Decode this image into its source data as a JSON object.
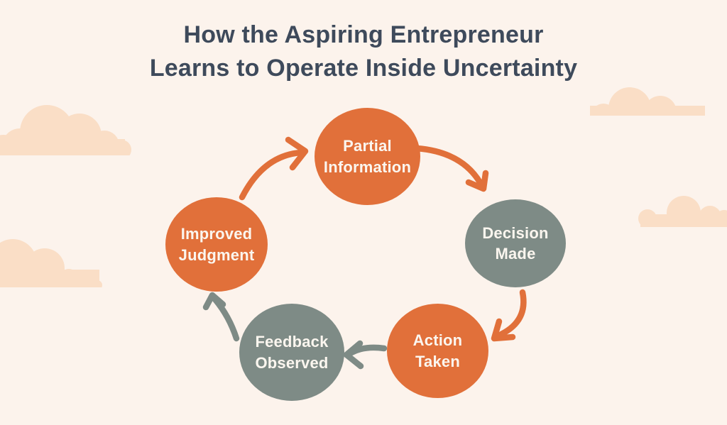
{
  "title": {
    "line1": "How the Aspiring Entrepreneur",
    "line2": "Learns to Operate Inside Uncertainty"
  },
  "colors": {
    "background": "#FCF3EC",
    "cloud": "#FADEC6",
    "orange": "#E1703A",
    "slate": "#7E8B86",
    "title-text": "#3E4A5B",
    "node-text": "#FBF6EF"
  },
  "cycle": {
    "nodes": [
      {
        "id": "partial-information",
        "lines": [
          "Partial",
          "Information"
        ],
        "color": "orange"
      },
      {
        "id": "decision-made",
        "lines": [
          "Decision",
          "Made"
        ],
        "color": "slate"
      },
      {
        "id": "action-taken",
        "lines": [
          "Action",
          "Taken"
        ],
        "color": "orange"
      },
      {
        "id": "feedback-observed",
        "lines": [
          "Feedback",
          "Observed"
        ],
        "color": "slate"
      },
      {
        "id": "improved-judgment",
        "lines": [
          "Improved",
          "Judgment"
        ],
        "color": "orange"
      }
    ],
    "arrows": [
      {
        "from": "improved-judgment",
        "to": "partial-information",
        "color": "orange"
      },
      {
        "from": "partial-information",
        "to": "decision-made",
        "color": "orange"
      },
      {
        "from": "decision-made",
        "to": "action-taken",
        "color": "orange"
      },
      {
        "from": "action-taken",
        "to": "feedback-observed",
        "color": "slate"
      },
      {
        "from": "feedback-observed",
        "to": "improved-judgment",
        "color": "slate"
      }
    ]
  }
}
